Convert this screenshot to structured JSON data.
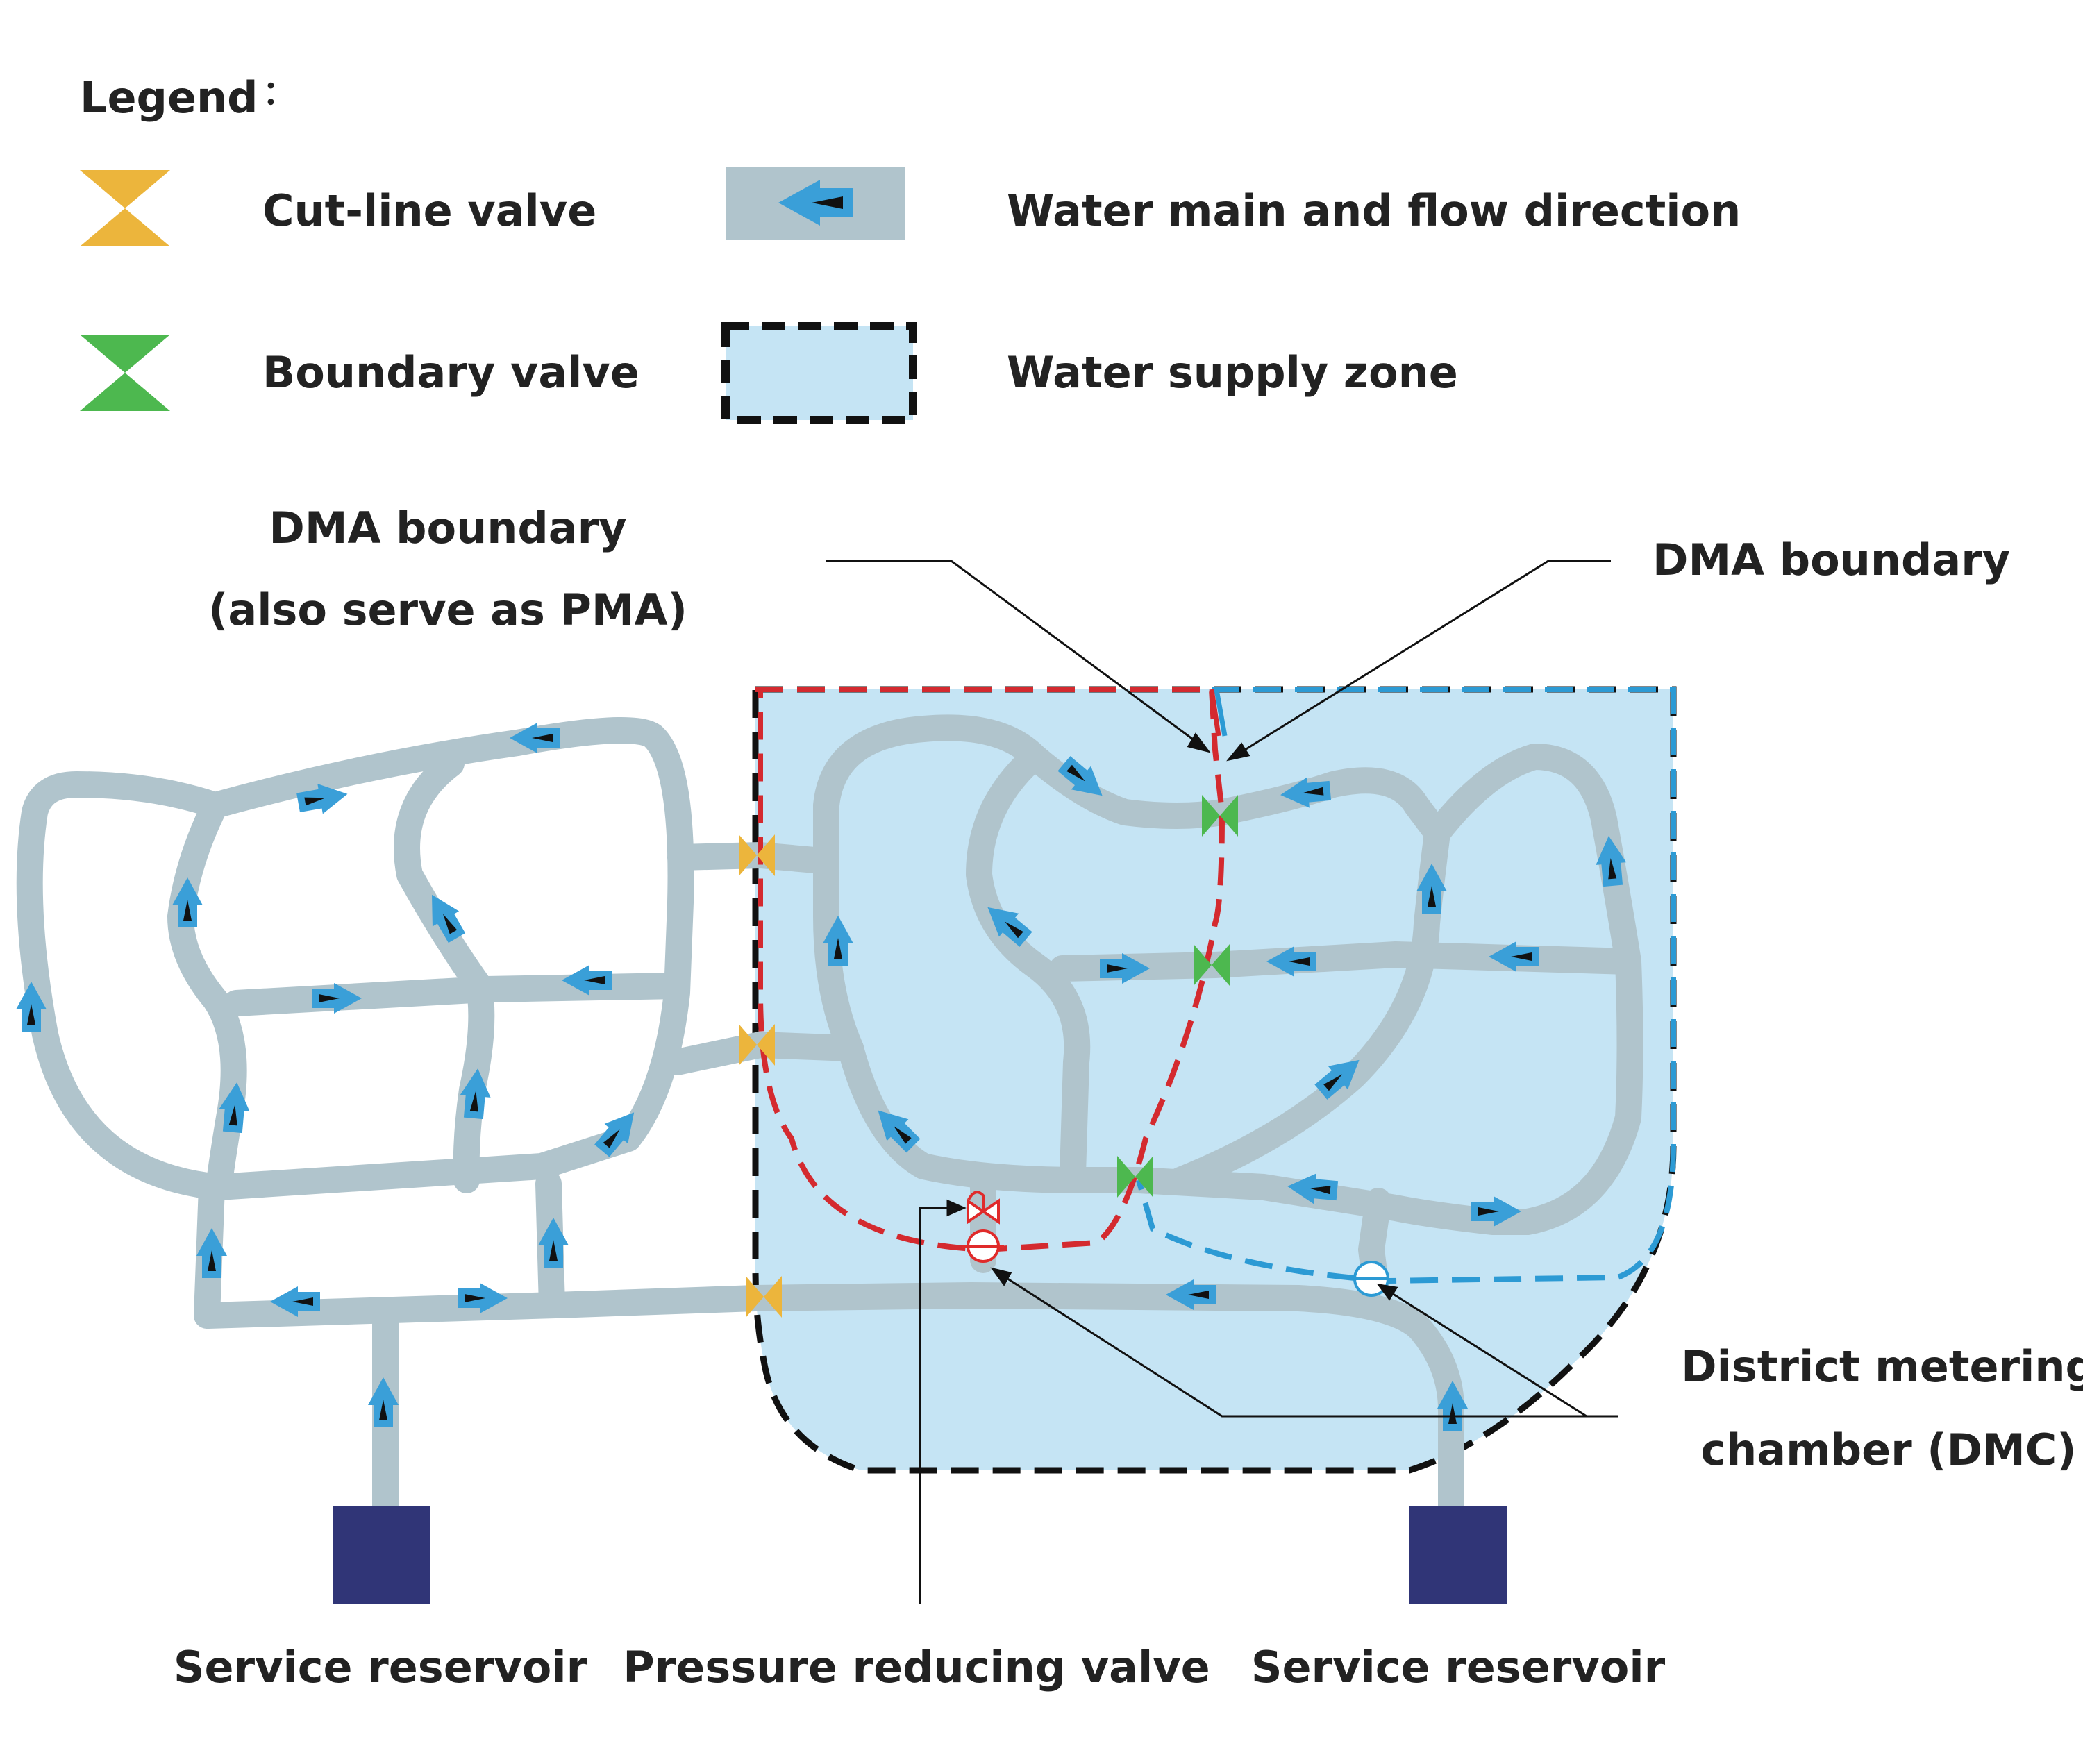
{
  "legend": {
    "title": "Legend",
    "title_colon": "：",
    "items": {
      "cut_line_valve": "Cut-line valve",
      "boundary_valve": "Boundary valve",
      "water_main": "Water main and flow direction",
      "supply_zone": "Water supply zone"
    }
  },
  "labels": {
    "dma_pma_line1": "DMA boundary",
    "dma_pma_line2": "(also serve as PMA)",
    "dma_boundary": "DMA boundary",
    "dmc_line1": "District metering",
    "dmc_line2": "chamber (DMC)",
    "reservoir_left": "Service reservoir",
    "prv": "Pressure reducing valve",
    "reservoir_right": "Service reservoir"
  },
  "colors": {
    "pipe": "#b0c4cc",
    "flow_arrow": "#3a9fd8",
    "zone_fill": "#c5e4f4",
    "zone_border": "#111111",
    "dma_red": "#d42a2f",
    "dma_blue": "#2c9ad4",
    "cut_line_valve": "#ecb53c",
    "boundary_valve": "#4db84f",
    "reservoir": "#303577",
    "prv": "#e02a2a"
  },
  "icons": {
    "cut_line_valve": "bowtie-valve-icon",
    "boundary_valve": "bowtie-valve-icon",
    "flow": "arrow-icon",
    "meter": "circle-meter-icon",
    "prv": "pressure-reducing-valve-icon",
    "reservoir": "square-icon"
  }
}
